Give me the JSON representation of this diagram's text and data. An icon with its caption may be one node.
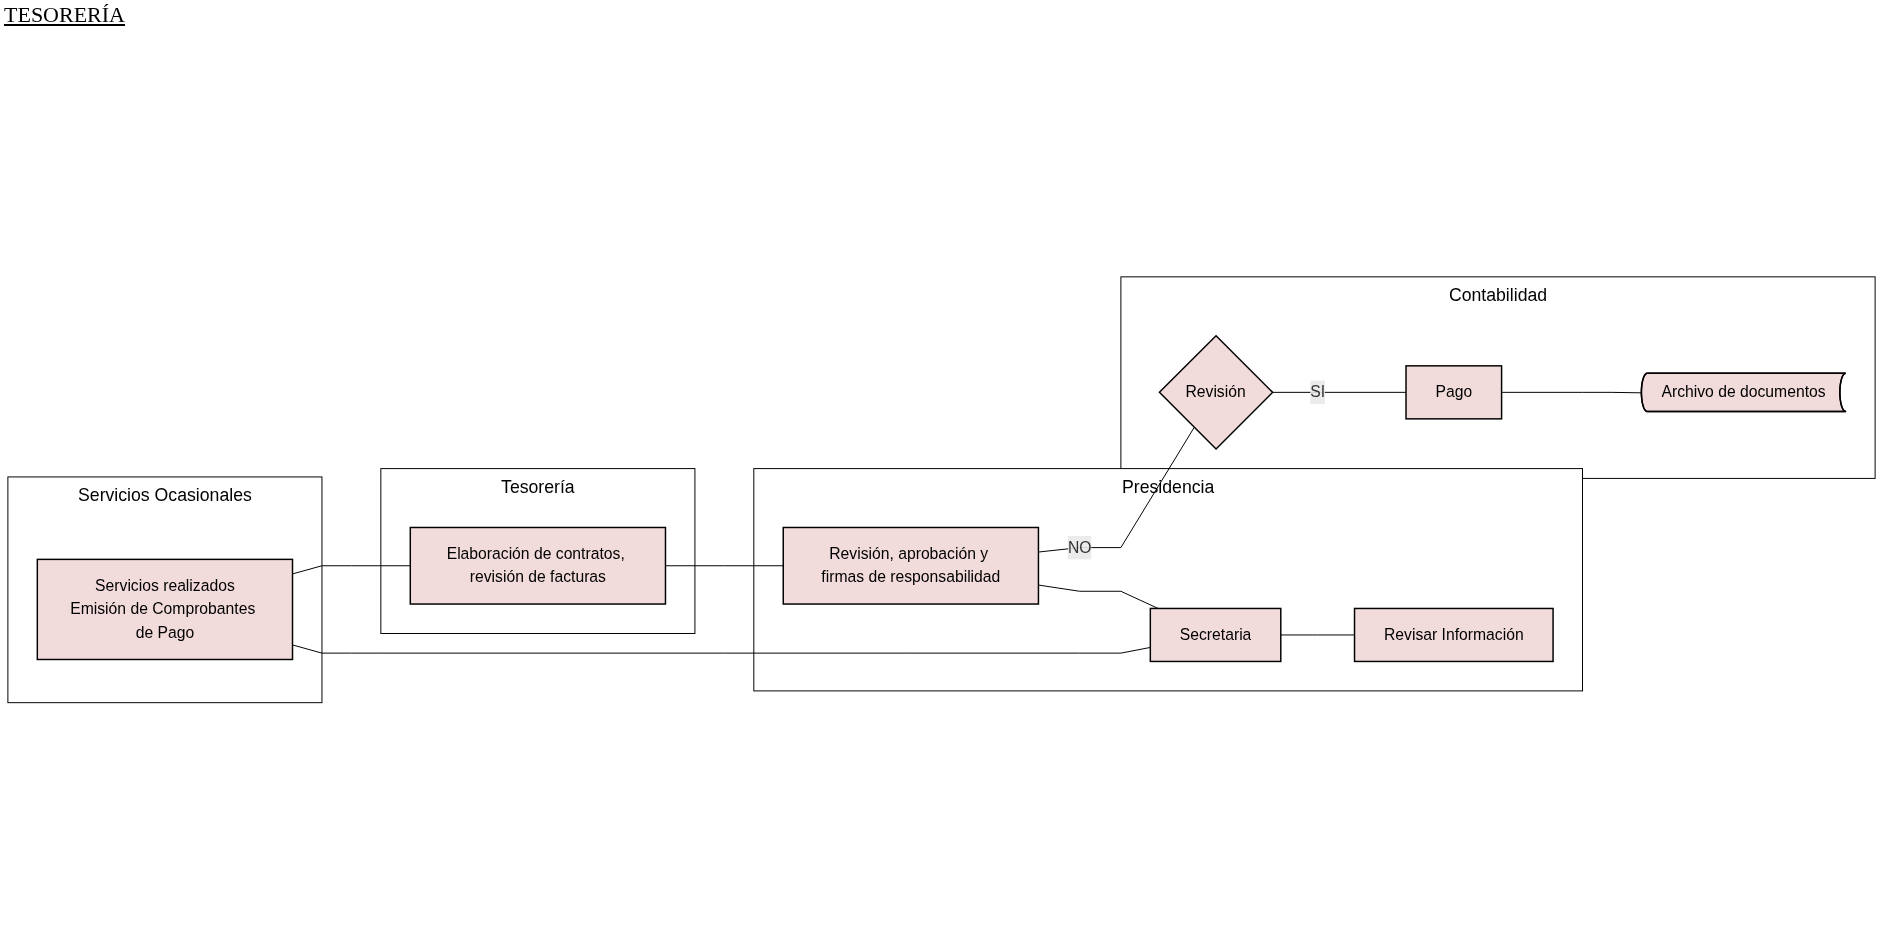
{
  "diagram": {
    "title": "TESORERÍA",
    "nodes": [
      {
        "text": [
          "Servicios Ocasionales"
        ]
      },
      {
        "text": [
          "Servicios realizados",
          "Emisión de Comprobantes de Pago"
        ],
        "in": 0
      },
      {
        "text": [
          "Tesorería"
        ]
      },
      {
        "text": [
          "Elaboración de contratos, revisión de facturas"
        ],
        "in": 2
      },
      {
        "text": [
          "Presidencia"
        ]
      },
      {
        "text": [
          "Revisión, aprobación y firmas de responsabilidad"
        ],
        "in": 4
      },
      {
        "text": [
          "Secretaria"
        ],
        "in": 4
      },
      {
        "text": [
          "Revisar Información"
        ],
        "in": 4
      },
      {
        "text": [
          "Contabilidad"
        ]
      },
      {
        "text": [
          "Revisión"
        ],
        "in": 8
      },
      {
        "text": [
          "Pago"
        ],
        "in": 8
      },
      {
        "text": [
          "Archivo de documentos"
        ],
        "in": 8
      }
    ],
    "edges": [
      {
        "from": 1,
        "to": 3,
        "arrow": "none"
      },
      {
        "from": 3,
        "to": 5,
        "arrow": "none"
      },
      {
        "from": 5,
        "to": 9,
        "arrow": "none",
        "label": "NO"
      },
      {
        "from": 5,
        "to": 6,
        "arrow": "none"
      },
      {
        "from": 1,
        "to": 6,
        "arrow": "none"
      },
      {
        "from": 6,
        "to": 7,
        "arrow": "none"
      },
      {
        "from": 9,
        "to": 10,
        "arrow": "none",
        "label": "SI"
      },
      {
        "from": 10,
        "to": 11,
        "arrow": "none"
      }
    ]
  }
}
